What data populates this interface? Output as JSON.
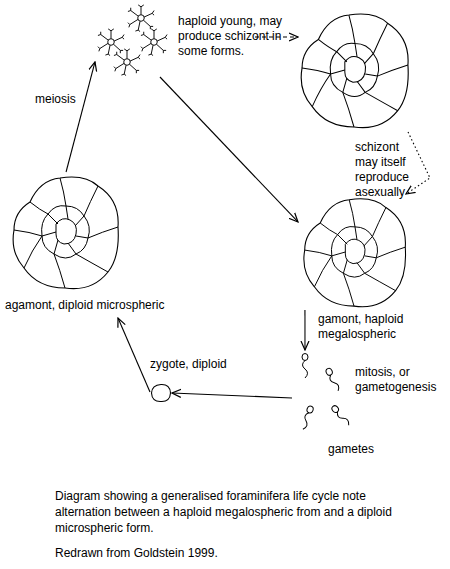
{
  "diagram": {
    "caption": "Diagram showing a generalised foraminifera life cycle note alternation between a haploid megalospheric from and a diploid microspheric form.",
    "nodes": [
      {
        "text": [
          "haploid young, may produce schizont in some forms."
        ]
      },
      {
        "text": [
          "schizont may itself reproduce asexually"
        ]
      },
      {
        "text": [
          "gamont, haploid megalospheric"
        ]
      },
      {
        "text": [
          "gametes"
        ]
      },
      {
        "text": [
          "zygote, diploid"
        ]
      },
      {
        "text": [
          "agamont, diploid microspheric"
        ]
      }
    ],
    "edges": [
      {
        "from": 0,
        "to": 1,
        "arrow": "to"
      },
      {
        "from": 0,
        "to": 2,
        "arrow": "to"
      },
      {
        "from": 1,
        "to": 2,
        "arrow": "to"
      },
      {
        "from": 2,
        "to": 3,
        "label": "mitosis, or gametogenesis",
        "arrow": "to"
      },
      {
        "from": 3,
        "to": 4,
        "arrow": "to"
      },
      {
        "from": 4,
        "to": 5,
        "arrow": "to"
      },
      {
        "from": 5,
        "to": 0,
        "label": "meiosis",
        "arrow": "to"
      }
    ],
    "labels": [
      "Redrawn from Goldstein 1999."
    ]
  }
}
